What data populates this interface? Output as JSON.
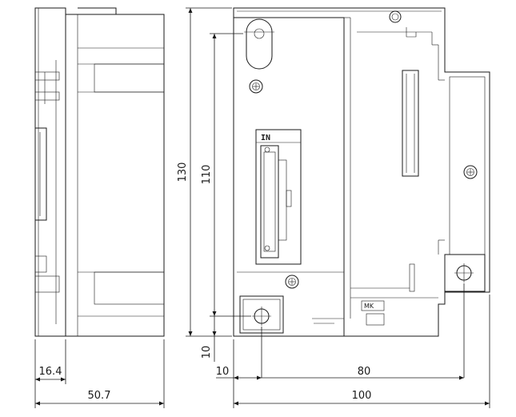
{
  "dimensions": {
    "side_depth_small": "16.4",
    "side_depth_total": "50.7",
    "height_total": "130",
    "height_mount": "110",
    "front_offset_v": "10",
    "front_offset_h": "10",
    "mount_pitch_h": "80",
    "width_total": "100"
  },
  "labels": {
    "connector": "IN",
    "small_label": "MK"
  },
  "icons": [
    "screw-icon",
    "mounting-hole-icon",
    "connector-icon"
  ]
}
